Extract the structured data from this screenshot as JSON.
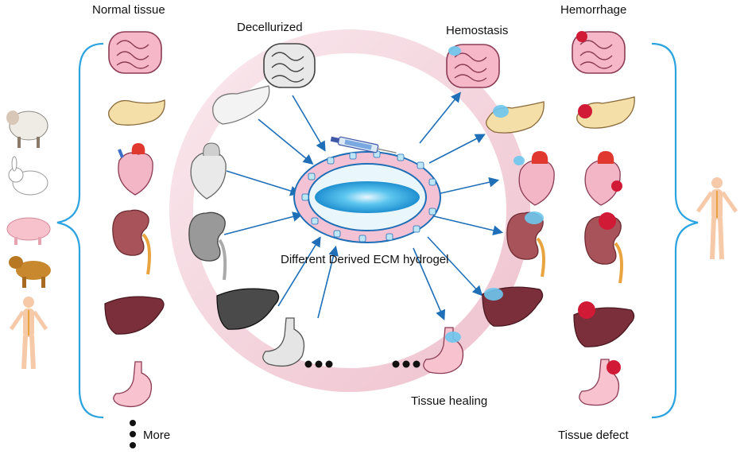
{
  "labels": {
    "normal_tissue": "Normal tissue",
    "decellurized": "Decellurized",
    "hemostasis": "Hemostasis",
    "hemorrhage": "Hemorrhage",
    "center": "Different Derived ECM hydrogel",
    "tissue_healing": "Tissue healing",
    "more": "More",
    "tissue_defect": "Tissue defect"
  },
  "sources": [
    "sheep-icon",
    "rabbit-icon",
    "pig-icon",
    "dog-icon",
    "human-icon"
  ],
  "organs": [
    "intestine-icon",
    "pancreas-icon",
    "heart-icon",
    "kidney-icon",
    "liver-icon",
    "stomach-icon"
  ],
  "colors": {
    "bracket": "#2aa3e0",
    "arrow": "#1e6fb8",
    "ring": "#f2c9d4",
    "hydrogel": "#34b6e6",
    "gel_ring": "#f3c2d5",
    "bleed": "#d01a36",
    "gel_patch": "#6ec6ee"
  }
}
